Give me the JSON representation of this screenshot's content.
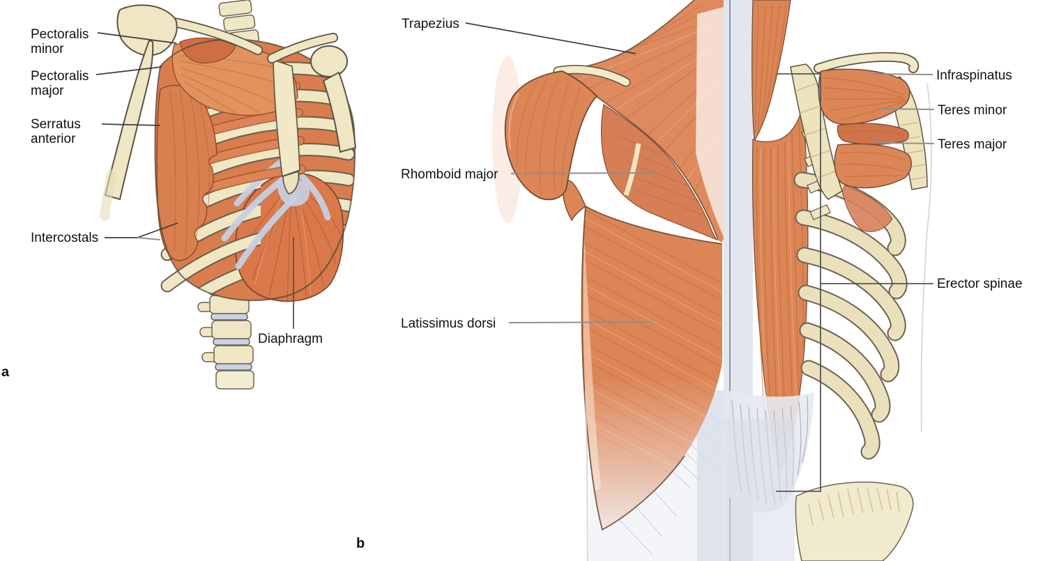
{
  "figure": {
    "panels": [
      {
        "letter": "a",
        "labels": [
          {
            "text": "Pectoralis minor"
          },
          {
            "text": "Pectoralis major"
          },
          {
            "text": "Serratus anterior"
          },
          {
            "text": "Intercostals"
          },
          {
            "text": "Diaphragm"
          }
        ]
      },
      {
        "letter": "b",
        "labels": [
          {
            "text": "Trapezius"
          },
          {
            "text": "Rhomboid major"
          },
          {
            "text": "Latissimus dorsi"
          },
          {
            "text": "Infraspinatus"
          },
          {
            "text": "Teres minor"
          },
          {
            "text": "Teres major"
          },
          {
            "text": "Erector spinae"
          }
        ]
      }
    ]
  },
  "colors": {
    "muscle": "#DC8557",
    "muscle_dark": "#C06A3C",
    "muscle_light": "#F0B48E",
    "bone": "#EFE7C3",
    "cartilage": "#C6D0E2",
    "fascia": "#E2E6EF",
    "leader_dark": "#3C3C3C",
    "leader_gray": "#8F8F8F",
    "text": "#111111"
  }
}
